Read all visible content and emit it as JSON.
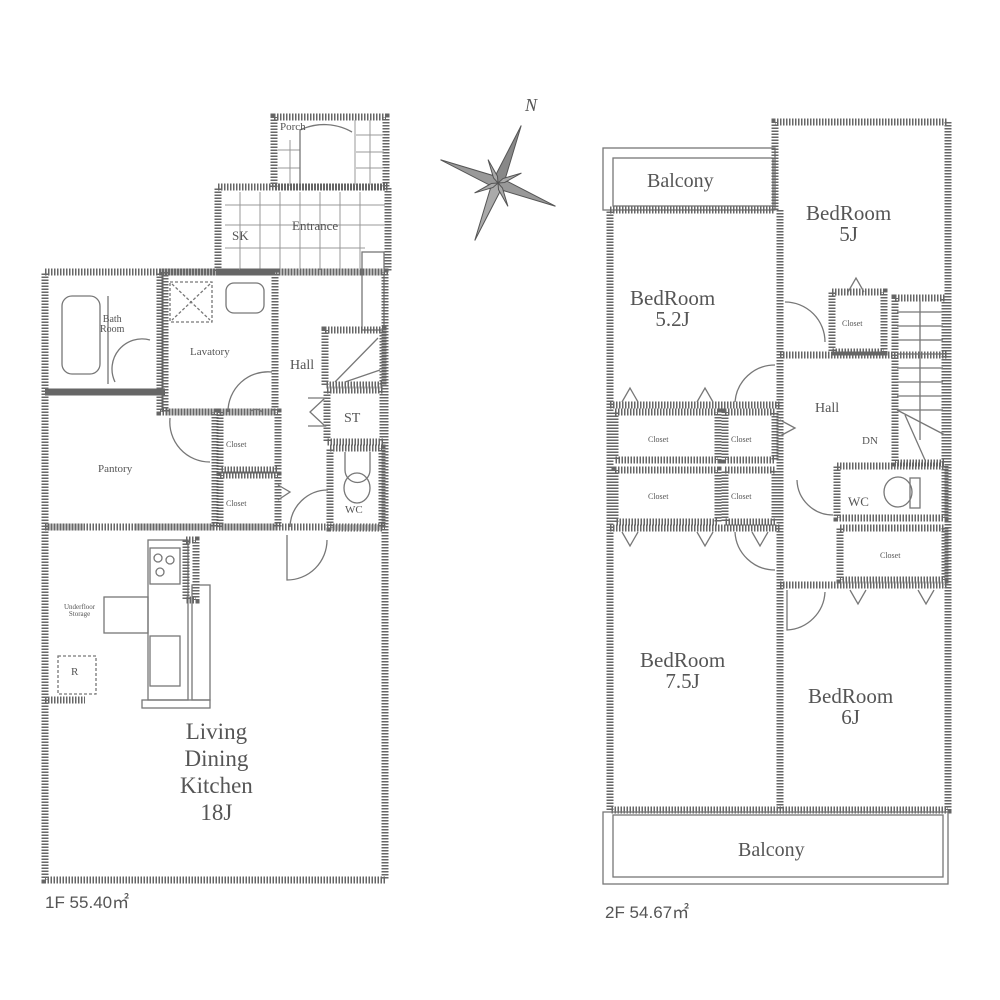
{
  "compass": {
    "label": "N",
    "icon": "compass-rose-icon"
  },
  "floor1": {
    "area_label": "1F 55.40㎡",
    "rooms": {
      "porch": "Porch",
      "entrance": "Entrance",
      "sk": "SK",
      "bath_line1": "Bath",
      "bath_line2": "Room",
      "lavatory": "Lavatory",
      "hall": "Hall",
      "st": "ST",
      "closet1": "Closet",
      "closet2": "Closet",
      "wc": "WC",
      "pantory": "Pantory",
      "underfloor_line1": "Underfloor",
      "underfloor_line2": "Storage",
      "fridge": "R",
      "ldk_line1": "Living",
      "ldk_line2": "Dining",
      "ldk_line3": "Kitchen",
      "ldk_size": "18J"
    }
  },
  "floor2": {
    "area_label": "2F 54.67㎡",
    "rooms": {
      "balcony_top": "Balcony",
      "bed_5_line1": "BedRoom",
      "bed_5_size": "5J",
      "bed_52_line1": "BedRoom",
      "bed_52_size": "5.2J",
      "closet_top": "Closet",
      "hall": "Hall",
      "dn": "DN",
      "closet_a": "Closet",
      "closet_b": "Closet",
      "closet_c": "Closet",
      "closet_d": "Closet",
      "wc": "WC",
      "closet_e": "Closet",
      "bed_75_line1": "BedRoom",
      "bed_75_size": "7.5J",
      "bed_6_line1": "BedRoom",
      "bed_6_size": "6J",
      "balcony_bottom": "Balcony"
    }
  }
}
